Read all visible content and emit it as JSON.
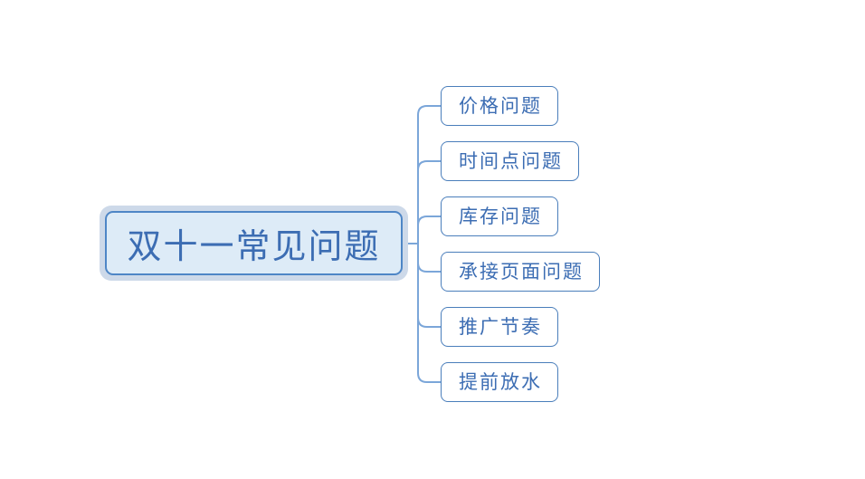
{
  "diagram": {
    "type": "mindmap",
    "root": {
      "label": "双十一常见问题"
    },
    "children": [
      {
        "label": "价格问题"
      },
      {
        "label": "时间点问题"
      },
      {
        "label": "库存问题"
      },
      {
        "label": "承接页面问题"
      },
      {
        "label": "推广节奏"
      },
      {
        "label": "提前放水"
      }
    ],
    "colors": {
      "background": "#ffffff",
      "connector": "#7ba6d9",
      "subtopic_border": "#4a7ebb",
      "subtopic_fill": "#ffffff",
      "text": "#3c6db3",
      "root_fill": "#ddebf7",
      "root_border": "#4e86c6",
      "root_halo": "#cdd9e9"
    }
  }
}
